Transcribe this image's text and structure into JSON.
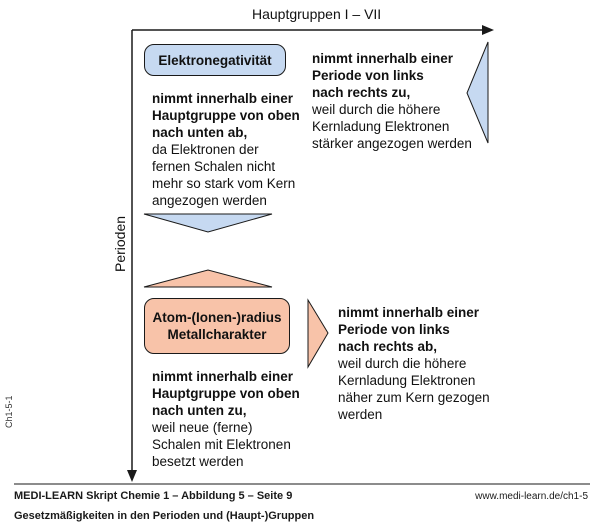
{
  "axes": {
    "horizontal_label": "Hauptgruppen I – VII",
    "vertical_label": "Perioden"
  },
  "electronegativity": {
    "title": "Elektronegativität",
    "period_trend_bold": [
      "nimmt innerhalb einer",
      "Periode von links",
      "nach rechts zu,"
    ],
    "period_trend_text": [
      "weil durch die höhere",
      "Kernladung Elektronen",
      "stärker angezogen werden"
    ],
    "group_trend_bold": [
      "nimmt innerhalb einer",
      "Hauptgruppe von oben",
      "nach unten ab,"
    ],
    "group_trend_text": [
      "da Elektronen der",
      "fernen Schalen nicht",
      "mehr so stark vom Kern",
      "angezogen werden"
    ]
  },
  "atomic_radius": {
    "title_line1": "Atom-(Ionen-)radius",
    "title_line2": "Metallcharakter",
    "period_trend_bold": [
      "nimmt innerhalb einer",
      "Periode von links",
      "nach rechts ab,"
    ],
    "period_trend_text": [
      "weil durch die höhere",
      "Kernladung Elektronen",
      "näher zum Kern gezogen",
      "werden"
    ],
    "group_trend_bold": [
      "nimmt innerhalb einer",
      "Hauptgruppe von oben",
      "nach unten zu,"
    ],
    "group_trend_text": [
      "weil neue (ferne)",
      "Schalen mit Elektronen",
      "besetzt werden"
    ]
  },
  "footer": {
    "title": "MEDI-LEARN Skript Chemie 1 – Abbildung 5 – Seite 9",
    "subtitle": "Gesetzmäßigkeiten in den Perioden und (Haupt-)Gruppen",
    "url": "www.medi-learn.de/ch1-5",
    "side_code": "Ch1-5-1"
  },
  "colors": {
    "blue": "#c6d9f1",
    "salmon": "#f8c3a9",
    "axis": "#1a1a1a",
    "footer_rule": "#1a1a1a"
  }
}
